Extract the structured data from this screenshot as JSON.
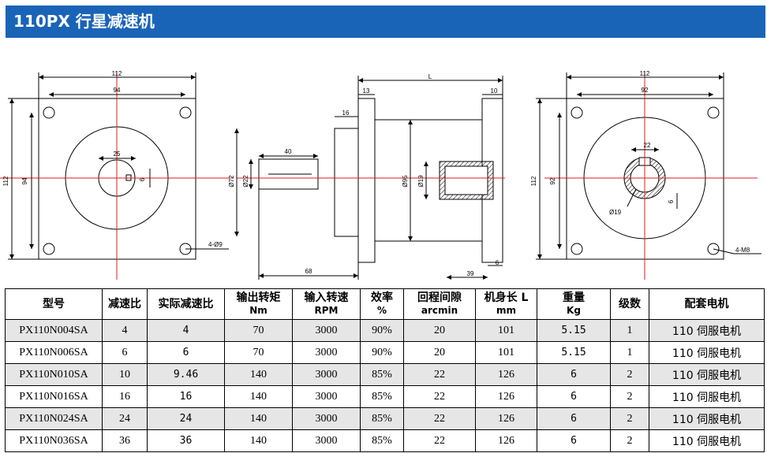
{
  "title": "110PX 行星减速机",
  "drawing": {
    "left": {
      "w_outer": "112",
      "w_inner": "94",
      "bore": "25",
      "key": "6",
      "h_outer": "112",
      "h_inner": "94",
      "holes": "4-Ø9"
    },
    "side": {
      "length": "L",
      "flange_l": "13",
      "flange_r": "10",
      "step": "16",
      "shaft_len": "40",
      "d72": "Ø72",
      "d22": "Ø22",
      "d95": "Ø95",
      "d19": "Ø19",
      "len68": "68",
      "len39": "39",
      "len6": "6"
    },
    "right": {
      "w_outer": "112",
      "w_inner": "92",
      "bore": "22",
      "key": "6",
      "h_outer": "112",
      "h_inner": "92",
      "d19": "Ø19",
      "holes": "4-M8"
    }
  },
  "table": {
    "headers": [
      {
        "l1": "型号",
        "l2": ""
      },
      {
        "l1": "减速比",
        "l2": ""
      },
      {
        "l1": "实际减速比",
        "l2": ""
      },
      {
        "l1": "输出转矩",
        "l2": "Nm"
      },
      {
        "l1": "输入转速",
        "l2": "RPM"
      },
      {
        "l1": "效率",
        "l2": "%"
      },
      {
        "l1": "回程间隙",
        "l2": "arcmin"
      },
      {
        "l1": "机身长 L",
        "l2": "mm"
      },
      {
        "l1": "重量",
        "l2": "Kg"
      },
      {
        "l1": "级数",
        "l2": ""
      },
      {
        "l1": "配套电机",
        "l2": ""
      }
    ],
    "rows": [
      [
        "PX110N004SA",
        "4",
        "4",
        "70",
        "3000",
        "90%",
        "20",
        "101",
        "5.15",
        "1",
        "110 伺服电机"
      ],
      [
        "PX110N006SA",
        "6",
        "6",
        "70",
        "3000",
        "90%",
        "20",
        "101",
        "5.15",
        "1",
        "110 伺服电机"
      ],
      [
        "PX110N010SA",
        "10",
        "9.46",
        "140",
        "3000",
        "85%",
        "22",
        "126",
        "6",
        "2",
        "110 伺服电机"
      ],
      [
        "PX110N016SA",
        "16",
        "16",
        "140",
        "3000",
        "85%",
        "22",
        "126",
        "6",
        "2",
        "110 伺服电机"
      ],
      [
        "PX110N024SA",
        "24",
        "24",
        "140",
        "3000",
        "85%",
        "22",
        "126",
        "6",
        "2",
        "110 伺服电机"
      ],
      [
        "PX110N036SA",
        "36",
        "36",
        "140",
        "3000",
        "85%",
        "22",
        "126",
        "6",
        "2",
        "110 伺服电机"
      ]
    ]
  }
}
